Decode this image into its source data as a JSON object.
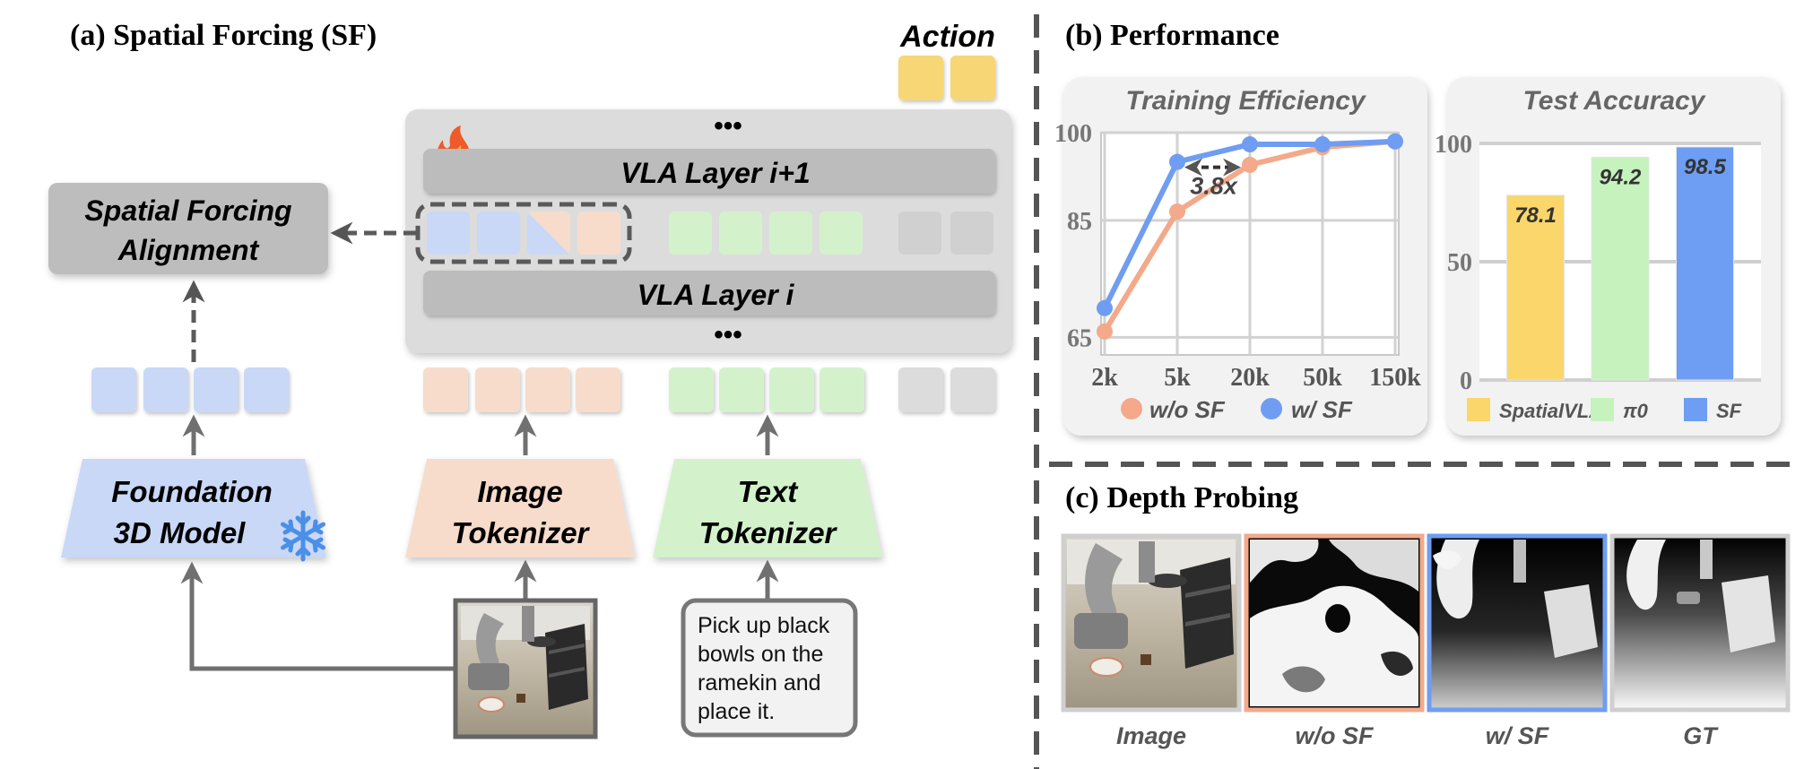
{
  "panel_a": {
    "title": "(a) Spatial Forcing (SF)",
    "action_label": "Action",
    "dots_top": "•••",
    "dots_bottom": "•••",
    "layer_upper": "VLA Layer i+1",
    "layer_lower": "VLA Layer i",
    "alignment_line1": "Spatial Forcing",
    "alignment_line2": "Alignment",
    "foundation_line1": "Foundation",
    "foundation_line2": "3D Model",
    "image_tok_line1": "Image",
    "image_tok_line2": "Tokenizer",
    "text_tok_line1": "Text",
    "text_tok_line2": "Tokenizer",
    "instruction_lines": [
      "Pick up black",
      "bowls on the",
      "ramekin and",
      "place it."
    ],
    "icons": {
      "fire": "fire-icon",
      "freeze": "snowflake-icon"
    }
  },
  "panel_b": {
    "title": "(b) Performance"
  },
  "panel_c": {
    "title": "(c) Depth Probing",
    "captions": [
      "Image",
      "w/o SF",
      "w/ SF",
      "GT"
    ]
  },
  "colors": {
    "blue_token": "#c9d8f7",
    "peach_token": "#f7dccb",
    "green_token": "#d3f2cb",
    "gray_token": "#dcdcdc",
    "action_token": "#f7d774",
    "orange_series": "#f3a98a",
    "blue_series": "#6f9df2",
    "yellow_bar": "#fad66b",
    "green_bar": "#c6f2bd",
    "blue_bar": "#6e9ef4"
  },
  "chart_data": [
    {
      "type": "line",
      "title": "Training Efficiency",
      "x": [
        "2k",
        "5k",
        "20k",
        "50k",
        "150k"
      ],
      "yticks": [
        65,
        85,
        100
      ],
      "ylim": [
        62,
        100
      ],
      "series": [
        {
          "name": "w/o SF",
          "values": [
            66,
            86.5,
            94.5,
            97.5,
            98.5
          ]
        },
        {
          "name": "w/ SF",
          "values": [
            70,
            95,
            98,
            98,
            98.5
          ]
        }
      ],
      "annotation": "3.8x",
      "legend": "bottom",
      "grid": true
    },
    {
      "type": "bar",
      "title": "Test Accuracy",
      "categories": [
        "SpatialVLA",
        "π0",
        "SF"
      ],
      "values": [
        78.1,
        94.2,
        98.5
      ],
      "value_labels": [
        "78.1",
        "94.2",
        "98.5"
      ],
      "yticks": [
        0,
        50,
        100
      ],
      "ylim": [
        0,
        100
      ],
      "legend": "bottom",
      "grid": true
    }
  ]
}
